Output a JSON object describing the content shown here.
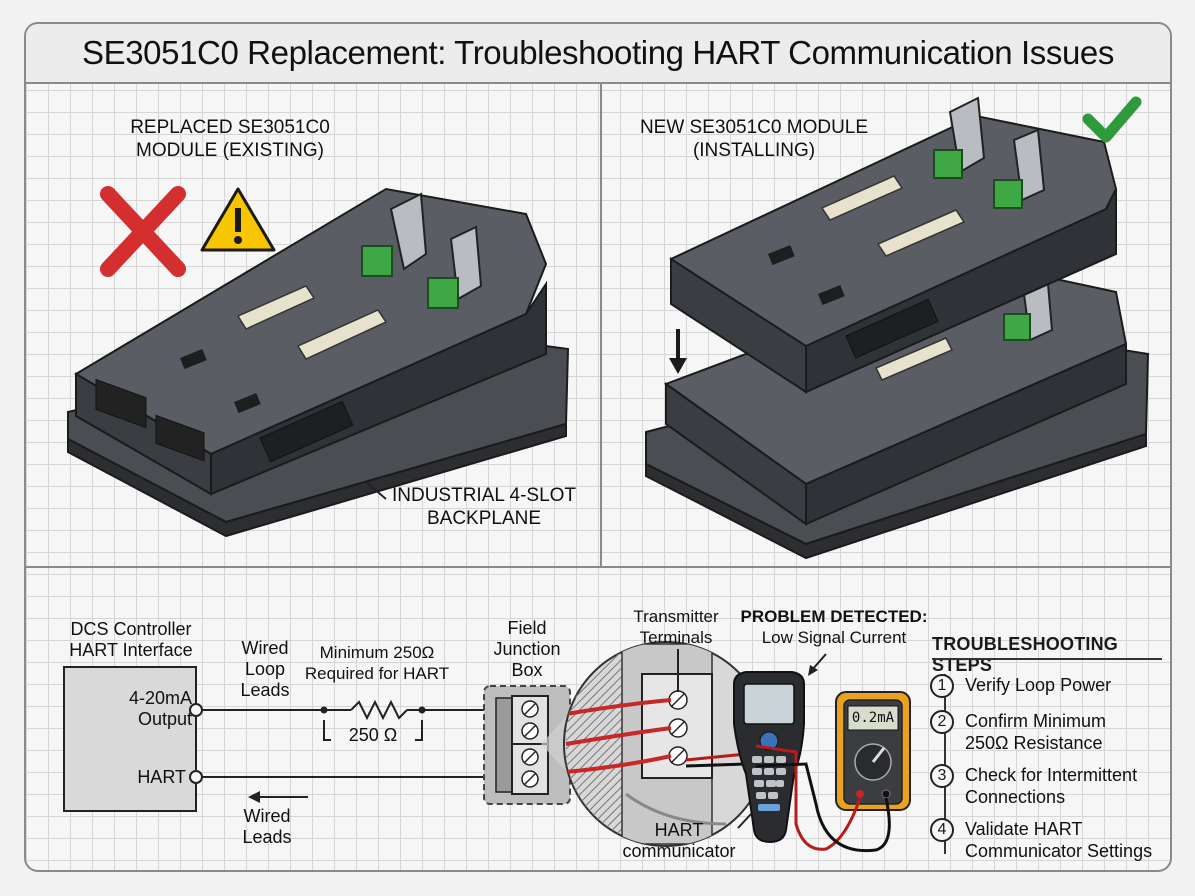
{
  "title": "SE3051C0 Replacement: Troubleshooting HART Communication Issues",
  "left_panel": {
    "label_line1": "REPLACED SE3051C0",
    "label_line2": "MODULE (EXISTING)",
    "backplane_line1": "INDUSTRIAL 4-SLOT",
    "backplane_line2": "BACKPLANE",
    "status_icons": [
      "red-x-icon",
      "warning-triangle-icon"
    ]
  },
  "right_panel": {
    "label_line1": "NEW SE3051C0 MODULE",
    "label_line2": "(INSTALLING)",
    "status_icons": [
      "green-check-icon",
      "down-arrow-icon"
    ]
  },
  "wiring": {
    "dcs_line1": "DCS Controller",
    "dcs_line2": "HART Interface",
    "output_line1": "4-20mA",
    "output_line2": "Output",
    "hart_label": "HART",
    "wired_loop_line1": "Wired",
    "wired_loop_line2": "Loop",
    "wired_loop_line3": "Leads",
    "resistor_note_line1": "Minimum 250Ω",
    "resistor_note_line2": "Required for HART",
    "resistor_value": "250 Ω",
    "wired_leads_line1": "Wired",
    "wired_leads_line2": "Leads",
    "junction_line1": "Field",
    "junction_line2": "Junction",
    "junction_line3": "Box",
    "transmitter_line1": "Transmitter",
    "transmitter_line2": "Terminals",
    "problem_title": "PROBLEM DETECTED:",
    "problem_detail": "Low Signal Current",
    "communicator_line1": "HART",
    "communicator_line2": "communicator",
    "meter_reading": "0.2mA"
  },
  "steps": {
    "title": "TROUBLESHOOTING STEPS",
    "items": [
      {
        "num": "1",
        "line1": "Verify Loop Power",
        "line2": ""
      },
      {
        "num": "2",
        "line1": "Confirm Minimum",
        "line2": "250Ω Resistance"
      },
      {
        "num": "3",
        "line1": "Check for Intermittent",
        "line2": "Connections"
      },
      {
        "num": "4",
        "line1": "Validate HART",
        "line2": "Communicator Settings"
      }
    ]
  },
  "colors": {
    "module_dark": "#3a3d42",
    "module_mid": "#55595f",
    "terminal_green": "#3fa844",
    "error_red": "#d32f2f",
    "warning_yellow": "#f7c600",
    "ok_green": "#2e9a3c",
    "meter_orange": "#e8a21f"
  }
}
